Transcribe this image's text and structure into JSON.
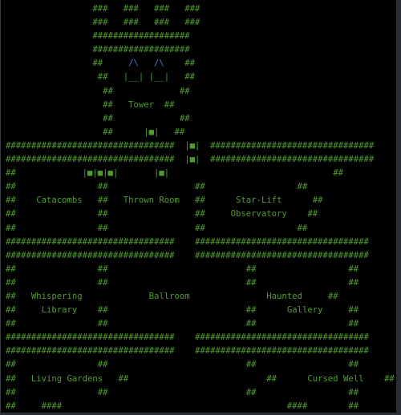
{
  "colors": {
    "background": "#000000",
    "ascii": "#4f9d2a",
    "window": "#4a79c9"
  },
  "ascii_map": {
    "lines": [
      [
        {
          "t": "                 ###   ###   ###   ###",
          "k": "wall"
        }
      ],
      [
        {
          "t": "                 ###   ###   ###   ###",
          "k": "wall"
        }
      ],
      [
        {
          "t": "                 ###################",
          "k": "wall"
        }
      ],
      [
        {
          "t": "                 ###################",
          "k": "wall"
        }
      ],
      [
        {
          "t": "                 ##     ",
          "k": "wall"
        },
        {
          "t": "/\\",
          "k": "window"
        },
        {
          "t": "   ",
          "k": "wall"
        },
        {
          "t": "/\\",
          "k": "window"
        },
        {
          "t": "    ##",
          "k": "wall"
        }
      ],
      [
        {
          "t": "                  ##   ",
          "k": "wall"
        },
        {
          "t": "|__|",
          "k": "label"
        },
        {
          "t": " ",
          "k": "wall"
        },
        {
          "t": "|__|",
          "k": "label"
        },
        {
          "t": "   ##",
          "k": "wall"
        }
      ],
      [
        {
          "t": "                   ##             ##",
          "k": "wall"
        }
      ],
      [
        {
          "t": "                   ##   ",
          "k": "wall"
        },
        {
          "t": "Tower",
          "k": "label"
        },
        {
          "t": "  ##",
          "k": "wall"
        }
      ],
      [
        {
          "t": "                   ##             ##",
          "k": "wall"
        }
      ],
      [
        {
          "t": "                   ##      ",
          "k": "wall"
        },
        {
          "t": "|■|",
          "k": "door"
        },
        {
          "t": "   ##",
          "k": "wall"
        }
      ],
      [
        {
          "t": "#################################  ",
          "k": "wall"
        },
        {
          "t": "|■|",
          "k": "door"
        },
        {
          "t": "  ################################",
          "k": "wall"
        }
      ],
      [
        {
          "t": "#################################  ",
          "k": "wall"
        },
        {
          "t": "|■|",
          "k": "door"
        },
        {
          "t": "  ################################",
          "k": "wall"
        }
      ],
      [
        {
          "t": "##             ",
          "k": "wall"
        },
        {
          "t": "|■|■|■|",
          "k": "door"
        },
        {
          "t": "       ",
          "k": "wall"
        },
        {
          "t": "|■|",
          "k": "door"
        },
        {
          "t": "                                ##",
          "k": "wall"
        }
      ],
      [
        {
          "t": "##                ##                 ##                  ##",
          "k": "wall"
        }
      ],
      [
        {
          "t": "##    ",
          "k": "wall"
        },
        {
          "t": "Catacombs",
          "k": "label"
        },
        {
          "t": "   ##   ",
          "k": "wall"
        },
        {
          "t": "Thrown Room",
          "k": "label"
        },
        {
          "t": "   ##      ",
          "k": "wall"
        },
        {
          "t": "Star-Lift",
          "k": "label"
        },
        {
          "t": "      ##",
          "k": "wall"
        }
      ],
      [
        {
          "t": "##                ##                 ##     ",
          "k": "wall"
        },
        {
          "t": "Observatory",
          "k": "label"
        },
        {
          "t": "    ##",
          "k": "wall"
        }
      ],
      [
        {
          "t": "##                ##                 ##                  ##",
          "k": "wall"
        }
      ],
      [
        {
          "t": "#################################    ##################################",
          "k": "wall"
        }
      ],
      [
        {
          "t": "#################################    ##################################",
          "k": "wall"
        }
      ],
      [
        {
          "t": "##                ##                           ##                  ##",
          "k": "wall"
        }
      ],
      [
        {
          "t": "##                ##                           ##                  ##",
          "k": "wall"
        }
      ],
      [
        {
          "t": "##   ",
          "k": "wall"
        },
        {
          "t": "Whispering",
          "k": "label"
        },
        {
          "t": "             ",
          "k": "wall"
        },
        {
          "t": "Ballroom",
          "k": "label"
        },
        {
          "t": "               ",
          "k": "wall"
        },
        {
          "t": "Haunted",
          "k": "label"
        },
        {
          "t": "     ##",
          "k": "wall"
        }
      ],
      [
        {
          "t": "##     ",
          "k": "wall"
        },
        {
          "t": "Library",
          "k": "label"
        },
        {
          "t": "    ##                           ##      ",
          "k": "wall"
        },
        {
          "t": "Gallery",
          "k": "label"
        },
        {
          "t": "     ##",
          "k": "wall"
        }
      ],
      [
        {
          "t": "##                ##                           ##                  ##",
          "k": "wall"
        }
      ],
      [
        {
          "t": "#################################    ##################################",
          "k": "wall"
        }
      ],
      [
        {
          "t": "#################################    ##################################",
          "k": "wall"
        }
      ],
      [
        {
          "t": "##                ##                           ##                  ##",
          "k": "wall"
        }
      ],
      [
        {
          "t": "##   ",
          "k": "wall"
        },
        {
          "t": "Living Gardens",
          "k": "label"
        },
        {
          "t": "   ##                           ##      ",
          "k": "wall"
        },
        {
          "t": "Cursed Well",
          "k": "label"
        },
        {
          "t": "    ##",
          "k": "wall"
        }
      ],
      [
        {
          "t": "##                ##                           ##                  ##",
          "k": "wall"
        }
      ],
      [
        {
          "t": "##     ####                                            ####        ##",
          "k": "wall"
        }
      ]
    ]
  }
}
